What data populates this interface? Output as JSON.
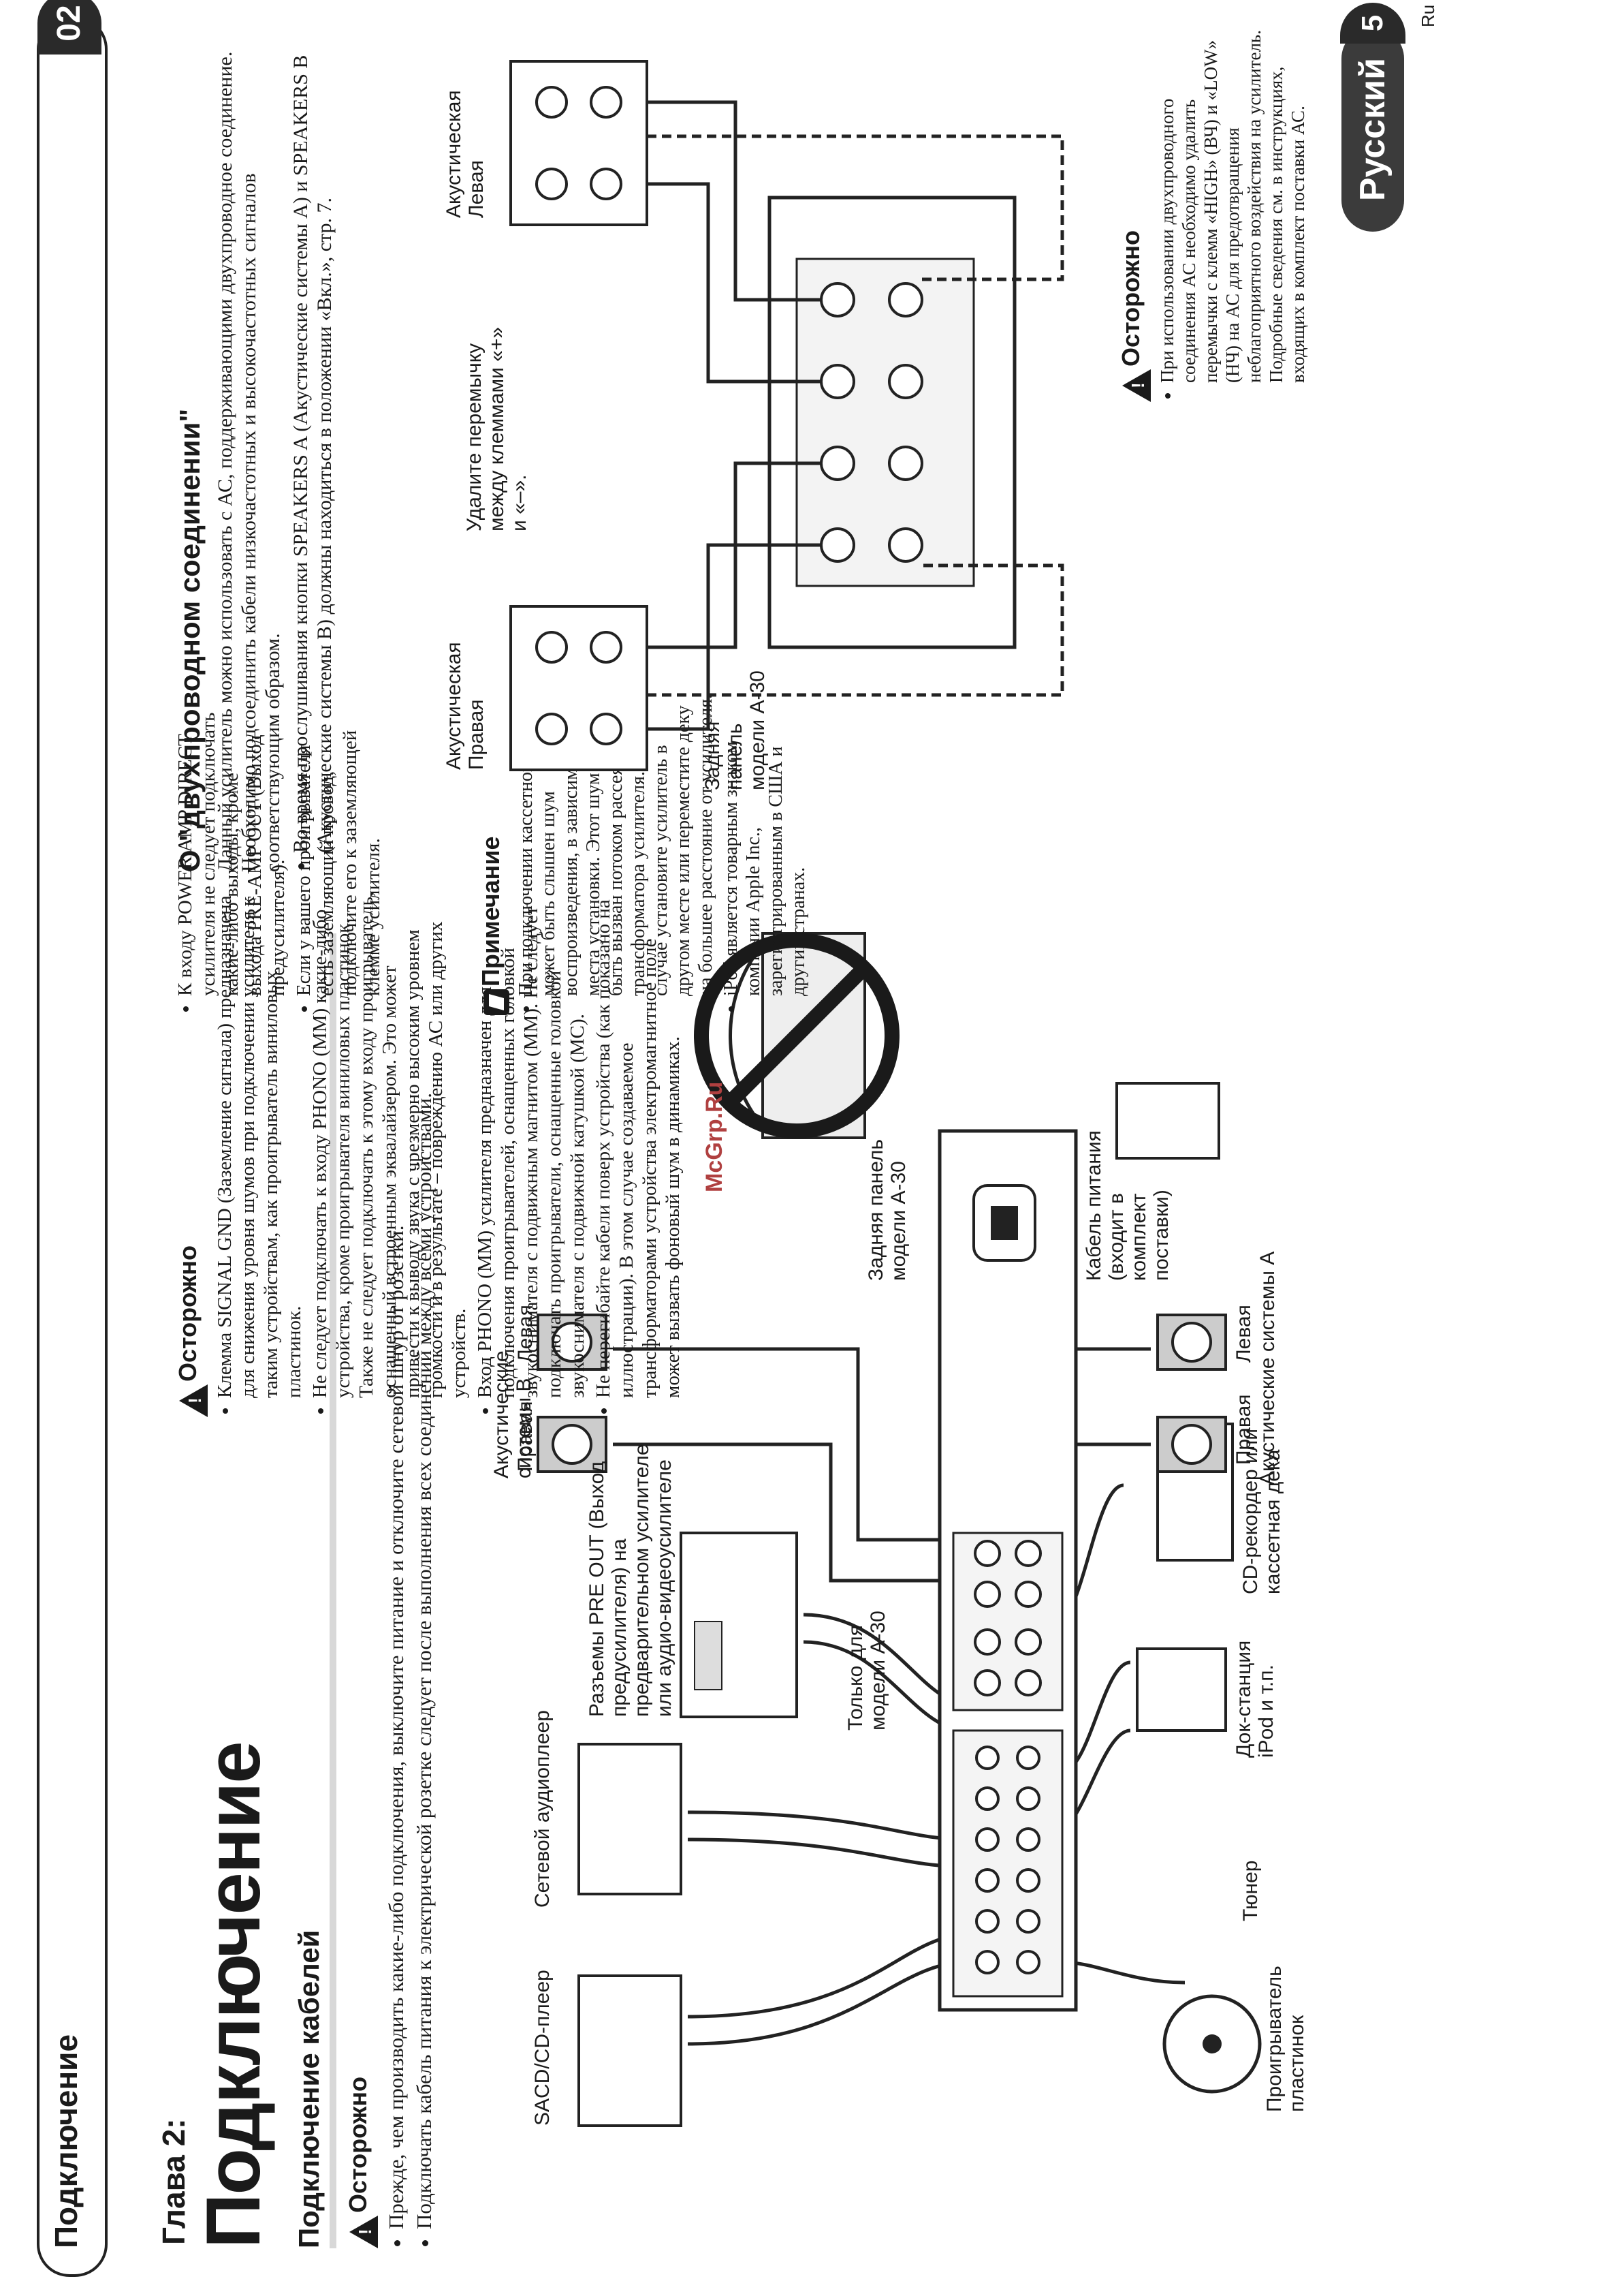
{
  "header": {
    "section": "Подключение",
    "chapter_badge": "02"
  },
  "chapter": {
    "label": "Глава 2:",
    "title": "Подключение"
  },
  "cables_section": {
    "title": "Подключение кабелей",
    "caution_title": "Осторожно",
    "items": [
      "Прежде, чем производить какие-либо подключения, выключите питание и отключите сетевой шнур от розетки.",
      "Подключать кабель питания к электрической розетке следует после выполнения всех соединений между всеми устройствами."
    ]
  },
  "diagram1": {
    "sacd_player": "SACD/CD-плеер",
    "network_player": "Сетевой аудиоплеер",
    "pre_out": "Разъемы PRE OUT (Выход предусилителя) на предварительном усилителе или аудио-видеоусилителе",
    "model_only": "Только для модели A-30",
    "speakers_b": "Акустические системы B",
    "speakers_a": "Акустические системы A",
    "right": "Правая",
    "left": "Левая",
    "rear_panel": "Задняя панель модели A-30",
    "power_cable": "Кабель питания (входит в комплект поставки)",
    "turntable": "Проигрыватель пластинок",
    "tuner": "Тюнер",
    "dock": "Док-станция iPod и т.п.",
    "recorder": "CD-рекордер или кассетная дека"
  },
  "caution2": {
    "title": "Осторожно",
    "items": [
      "Клемма SIGNAL GND (Заземление сигнала) предназначена для снижения уровня шумов при подключении усилителя к таким устройствам, как проигрыватель виниловых пластинок.",
      "Не следует подключать к входу PHONO (MM) какие-либо устройства, кроме проигрывателя виниловых пластинок. Также не следует подключать к этому входу проигрыватель, оснащенный встроенным эквалайзером. Это может привести к выводу звука с чрезмерно высоким уровнем громкости и в результате – повреждению АС или других устройств.",
      "Вход PHONO (MM) усилителя предназначен для подключения проигрывателей, оснащенных головкой звукоснимателя с подвижным магнитом (MM). Не следует подключать проигрыватели, оснащенные головкой звукоснимателя с подвижной катушкой (MC).",
      "Не перегибайте кабели поверх устройства (как показано на иллюстрации). В этом случае создаваемое трансформаторами устройства электромагнитное поле может вызвать фоновый шум в динамиках."
    ],
    "after": [
      "К входу POWER AMP DIRECT усилителя не следует подключать какие-либо выходы, кроме выхода PRE-AMP OUT (Выход предусилителя).",
      "Если у вашего проигрывателя есть заземляющий провод, подключите его к заземляющей клемме усилителя."
    ]
  },
  "note": {
    "title": "Примечание",
    "items": [
      "При подключении кассетной деки может быть слышен шум воспроизведения, в зависимости от места установки. Этот шум может быть вызван потоком рассеяния от трансформатора усилителя. В этом случае установите усилитель в другом месте или переместите деку на большее расстояние от усилителя.",
      "iPod является товарным знаком компании Apple Inc., зарегистрированным в США и других странах."
    ]
  },
  "biwire": {
    "title": "О \"двухпроводном соединении\"",
    "intro": "Данный усилитель можно использовать с АС, поддерживающими двухпроводное соединение. Необходимо подсоединить кабели низкочастотных и высокочастотных сигналов соответствующим образом.",
    "bullet": "Во время прослушивания кнопки SPEAKERS A (Акустические системы A) и SPEAKERS B (Акустические системы B) должны находиться в положении «Вкл.», стр. 7.",
    "speaker_right": "Акустическая Правая",
    "speaker_left": "Акустическая Левая",
    "remove_jumper": "Удалите перемычку между клеммами «+» и «–».",
    "rear_panel": "Задняя панель модели A-30"
  },
  "caution3": {
    "title": "Осторожно",
    "item": "При использовании двухпроводного соединения АС необходимо удалить перемычки с клемм «HIGH» (ВЧ) и «LOW» (НЧ) на АС для предотвращения неблагоприятного воздействия на усилитель. Подробные сведения см. в инструкциях, входящих в комплект поставки АС."
  },
  "footer": {
    "language": "Русский",
    "page": "5",
    "lang_code": "Ru"
  },
  "watermark": "McGrp.Ru"
}
